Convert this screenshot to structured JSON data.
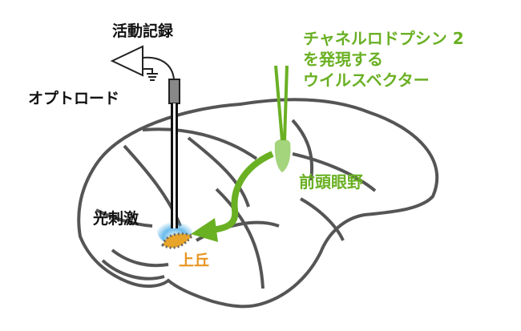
{
  "labels": {
    "recording": "活動記録",
    "optrode": "オプトロード",
    "light_stimulation": "光刺激",
    "superior_colliculus": "上丘",
    "frontal_eye_field": "前頭眼野",
    "vector_line1": "チャネルロドプシン 2",
    "vector_line2": "を発現する",
    "vector_line3": "ウイルスベクター"
  },
  "colors": {
    "green": "#6ab023",
    "orange": "#e8941e",
    "light_blue": "#5ab4e8",
    "brain_outline": "#555555"
  }
}
